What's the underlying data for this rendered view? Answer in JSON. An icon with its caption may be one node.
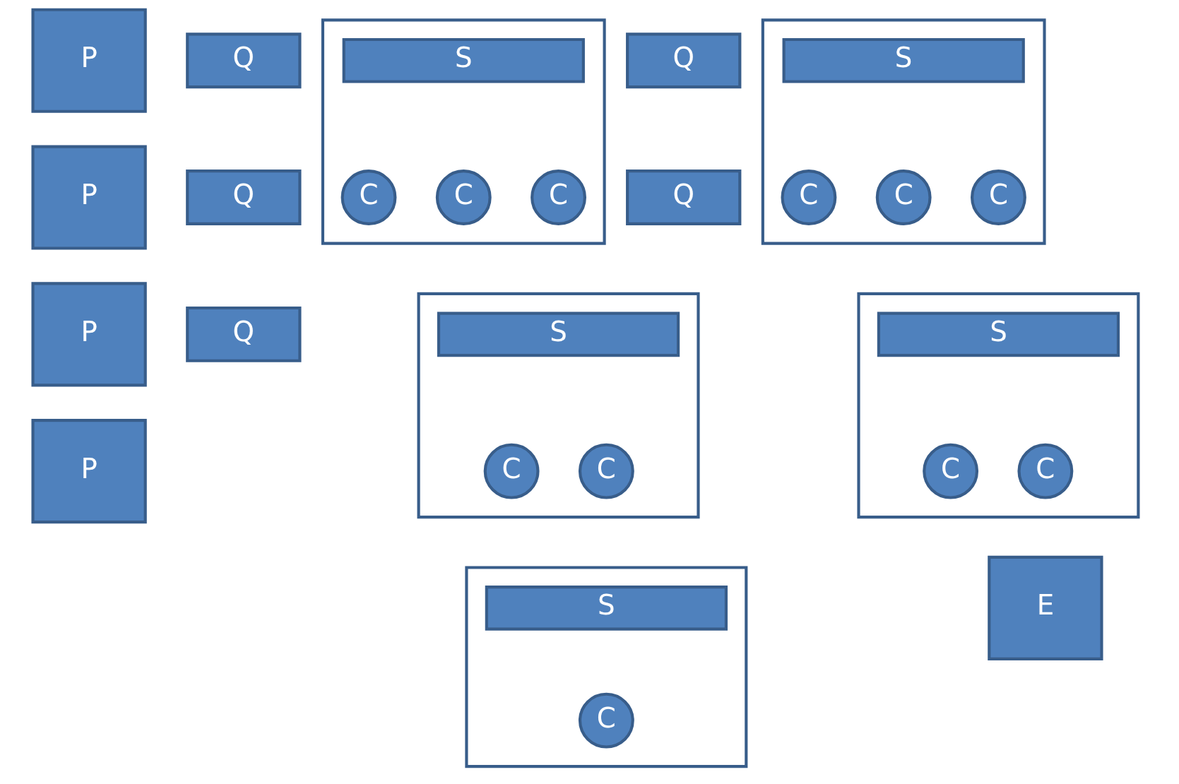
{
  "diagram": {
    "nodes": [
      {
        "text": [
          "P"
        ]
      },
      {
        "text": [
          "P"
        ]
      },
      {
        "text": [
          "P"
        ]
      },
      {
        "text": [
          "P"
        ]
      },
      {
        "text": [
          "Q"
        ]
      },
      {
        "text": [
          "Q"
        ]
      },
      {
        "text": [
          "Q"
        ]
      },
      {
        "text": [],
        "shape": "box"
      },
      {
        "text": [
          "S"
        ],
        "in": 7
      },
      {
        "text": [
          "C"
        ],
        "in": 7
      },
      {
        "text": [
          "C"
        ],
        "in": 7
      },
      {
        "text": [
          "C"
        ],
        "in": 7
      },
      {
        "text": [],
        "shape": "box"
      },
      {
        "text": [
          "S"
        ],
        "in": 12
      },
      {
        "text": [
          "C"
        ],
        "in": 12
      },
      {
        "text": [
          "C"
        ],
        "in": 12
      },
      {
        "text": [],
        "shape": "box"
      },
      {
        "text": [
          "S"
        ],
        "in": 16
      },
      {
        "text": [
          "C"
        ],
        "in": 16
      },
      {
        "text": [
          "Q"
        ]
      },
      {
        "text": [
          "Q"
        ]
      },
      {
        "text": [],
        "shape": "box"
      },
      {
        "text": [
          "S"
        ],
        "in": 21
      },
      {
        "text": [
          "C"
        ],
        "in": 21
      },
      {
        "text": [
          "C"
        ],
        "in": 21
      },
      {
        "text": [
          "C"
        ],
        "in": 21
      },
      {
        "text": [],
        "shape": "box"
      },
      {
        "text": [
          "S"
        ],
        "in": 26
      },
      {
        "text": [
          "C"
        ],
        "in": 26
      },
      {
        "text": [
          "C"
        ],
        "in": 26
      },
      {
        "text": [
          "E"
        ]
      }
    ],
    "edges": []
  }
}
